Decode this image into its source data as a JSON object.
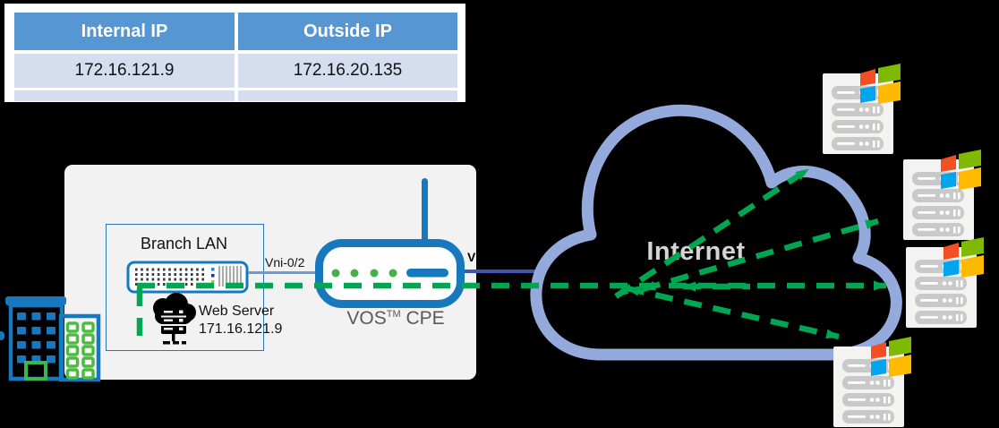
{
  "nat_table": {
    "headers": [
      "Internal IP",
      "Outside IP"
    ],
    "rows": [
      [
        "172.16.121.9",
        "172.16.20.135"
      ]
    ]
  },
  "branch": {
    "label": "Branch LAN",
    "lan_interface_label": "Vni-0/2",
    "web_server_label": "Web Server",
    "web_server_ip": "171.16.121.9"
  },
  "cpe": {
    "name": "VOS",
    "trademark": "TM",
    "type": "CPE",
    "wan_label_fragment": "V"
  },
  "cloud_label": "Internet",
  "colors": {
    "background": "#000000",
    "table_header_blue": "#5596D3",
    "table_row_blue": "#D5DEEF",
    "site_box_gray": "#F2F2F2",
    "device_blue": "#1878BE",
    "branch_border_blue": "#2E75B6",
    "lan_link_blue": "#6B9BD2",
    "wan_link_blue": "#4056AE",
    "cloud_blue": "#94A9DC",
    "traffic_green": "#00A651",
    "label_gray": "#595959",
    "internet_text_gray": "#D5D5D5",
    "server_bar_gray": "#C9C9C9",
    "windows_red": "#F25022",
    "windows_green": "#7FBA00",
    "windows_blue": "#00A4EF",
    "windows_yellow": "#FFB900"
  },
  "icons": {
    "building-icon": "outlined office buildings with windows",
    "switch-icon": "rack switch with port grid and grille",
    "cpe-router-icon": "rounded router with LEDs and antenna",
    "web-server-icon": "black cloud with server stack",
    "cloud-icon": "internet cloud outline",
    "windows-server-icon": "server card with Windows flag logo",
    "traffic-arrows": "green dashed bidirectional flow arrows"
  }
}
